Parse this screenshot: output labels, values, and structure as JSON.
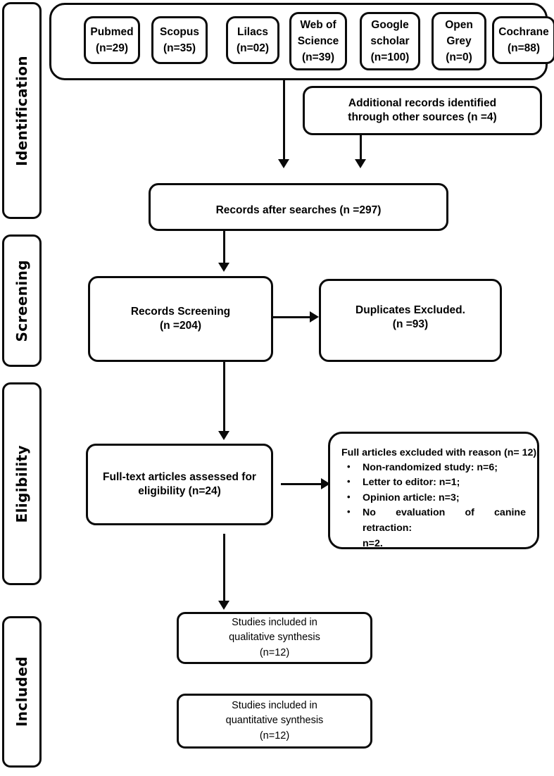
{
  "diagram": {
    "title": "PRISMA flow diagram",
    "colors": {
      "stroke": "#0a0a0a",
      "fill": "#ffffff"
    }
  },
  "stages": [
    {
      "label": "Identification"
    },
    {
      "label": "Screening"
    },
    {
      "label": "Eligibility"
    },
    {
      "label": "Included"
    }
  ],
  "sources": [
    {
      "name": "Pubmed",
      "count": "(n=29)",
      "line2": ""
    },
    {
      "name": "Scopus",
      "count": "(n=35)",
      "line2": ""
    },
    {
      "name": "Lilacs",
      "count": "(n=02)",
      "line2": ""
    },
    {
      "name": "Web of",
      "line2": "Science",
      "count": "(n=39)"
    },
    {
      "name": "Google",
      "line2": "scholar",
      "count": "(n=100)"
    },
    {
      "name": "Open",
      "line2": "Grey",
      "count": "(n=0)"
    },
    {
      "name": "Cochrane",
      "count": "(n=88)",
      "line2": ""
    }
  ],
  "boxes": {
    "additional_records": {
      "line1": "Additional records identified",
      "line2": "through other sources (n =4)"
    },
    "records_after_searches": {
      "line1": "Records after searches (n =297)"
    },
    "records_screening": {
      "line1": "Records Screening",
      "line2": "(n =204)"
    },
    "duplicates_excluded": {
      "line1": "Duplicates Excluded.",
      "line2": "(n =93)"
    },
    "fulltext_assessed": {
      "line1": "Full-text articles assessed for",
      "line2": "eligibility (n=24)"
    },
    "excluded_with_reason": {
      "heading": "Full articles excluded with reason (n= 12):",
      "items": [
        "Non-randomized study: n=6;",
        "Letter to editor: n=1;",
        "Opinion article: n=3;",
        "No evaluation of canine retraction:",
        "n=2."
      ]
    },
    "qualitative": {
      "line1": "Studies included in",
      "line2": "qualitative synthesis",
      "line3": "(n=12)"
    },
    "quantitative": {
      "line1": "Studies included in",
      "line2": "quantitative synthesis",
      "line3": "(n=12)"
    }
  },
  "chart_data": {
    "type": "table",
    "title": "PRISMA study selection flow",
    "records_identified_by_source": {
      "Pubmed": 29,
      "Scopus": 35,
      "Lilacs": 2,
      "Web of Science": 39,
      "Google scholar": 100,
      "Open Grey": 0,
      "Cochrane": 88
    },
    "additional_records_other_sources": 4,
    "records_after_searches": 297,
    "records_screening": 204,
    "duplicates_excluded": 93,
    "fulltext_assessed_for_eligibility": 24,
    "fulltext_excluded_total": 12,
    "fulltext_exclusion_reasons": {
      "Non-randomized study": 6,
      "Letter to editor": 1,
      "Opinion article": 3,
      "No evaluation of canine retraction": 2
    },
    "studies_in_qualitative_synthesis": 12,
    "studies_in_quantitative_synthesis": 12
  }
}
